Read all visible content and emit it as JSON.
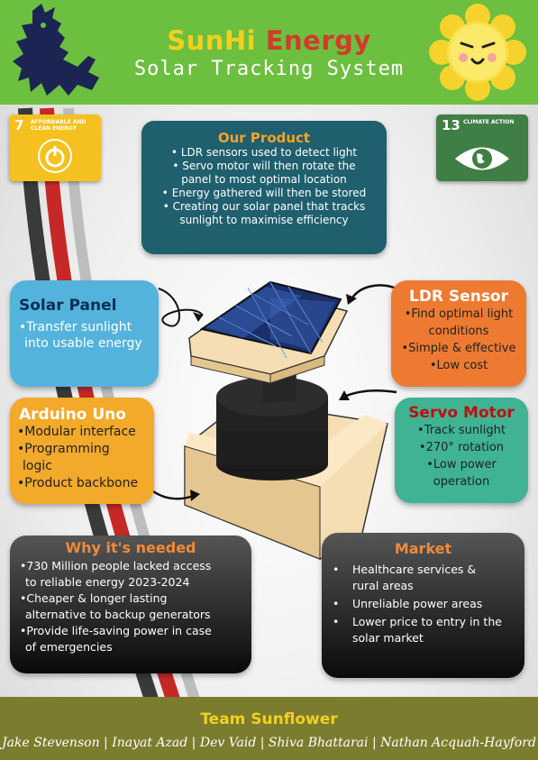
{
  "header": {
    "title_sun": "SunHi",
    "title_rest": "Energy",
    "subtitle": "Solar Tracking System"
  },
  "sdg": {
    "goal7_number": "7",
    "goal7_label": "AFFORDABLE AND CLEAN ENERGY",
    "goal13_number": "13",
    "goal13_label": "CLIMATE ACTION"
  },
  "product": {
    "title": "Our Product",
    "items": [
      "• LDR sensors used to detect light",
      "• Servo motor will then rotate the",
      "panel to most optimal location",
      "• Energy gathered will then be stored",
      "• Creating our solar panel that tracks",
      "sunlight to maximise efficiency"
    ]
  },
  "solar_panel": {
    "title": "Solar Panel",
    "lines": [
      "•Transfer sunlight",
      "into usable energy"
    ]
  },
  "ldr_sensor": {
    "title": "LDR Sensor",
    "lines": [
      "•Find optimal light",
      "conditions",
      "•Simple & effective",
      "•Low cost"
    ]
  },
  "arduino": {
    "title": "Arduino Uno",
    "lines": [
      "•Modular interface",
      "•Programming",
      "logic",
      "•Product backbone"
    ]
  },
  "servo_motor": {
    "title": "Servo Motor",
    "lines": [
      "•Track sunlight",
      "•270° rotation",
      "•Low power",
      "operation"
    ]
  },
  "why": {
    "title": "Why it's needed",
    "lines": [
      "•730 Million people lacked access",
      "to reliable energy 2023-2024",
      "•Cheaper & longer lasting",
      "alternative to backup generators",
      "•Provide life-saving power in case",
      "of emergencies"
    ]
  },
  "market": {
    "title": "Market",
    "items": [
      {
        "bullet": "•",
        "lines": [
          "Healthcare services &",
          "rural areas"
        ]
      },
      {
        "bullet": "•",
        "lines": [
          "Unreliable power areas"
        ]
      },
      {
        "bullet": "•",
        "lines": [
          "Lower price to entry in the",
          "solar market"
        ]
      }
    ]
  },
  "footer": {
    "team": "Team Sunflower",
    "members": "Jake Stevenson | Inayat Azad | Dev Vaid | Shiva Bhattarai | Nathan Acquah-Hayford"
  },
  "colors": {
    "header_green": "#6cbf3f",
    "title_red": "#d33a2a",
    "title_yellow": "#f3d020",
    "footer_olive": "#7c7c2e"
  }
}
